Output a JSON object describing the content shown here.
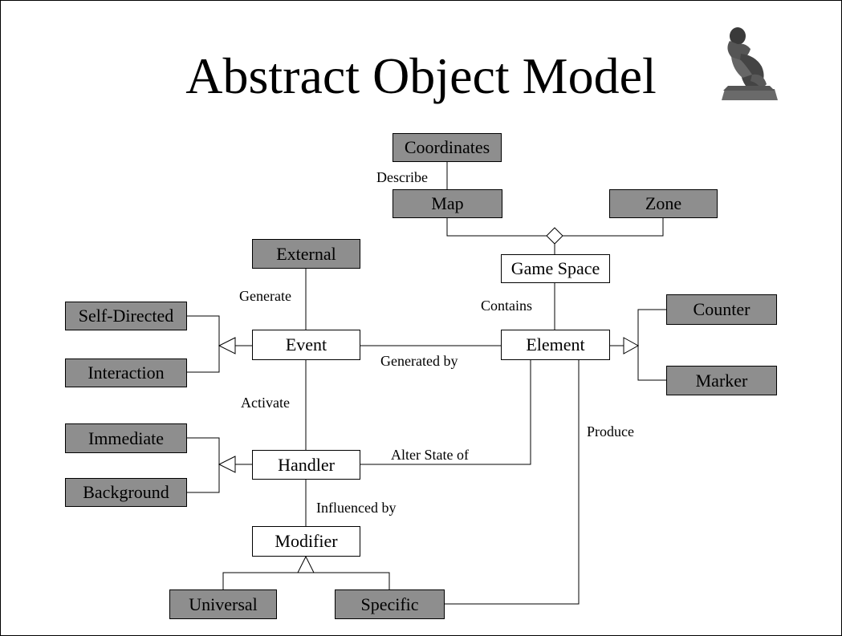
{
  "title": "Abstract Object Model",
  "boxes": {
    "coordinates": "Coordinates",
    "map": "Map",
    "zone": "Zone",
    "game_space": "Game Space",
    "external": "External",
    "self_directed": "Self-Directed",
    "interaction": "Interaction",
    "event": "Event",
    "element": "Element",
    "counter": "Counter",
    "marker": "Marker",
    "immediate": "Immediate",
    "background": "Background",
    "handler": "Handler",
    "modifier": "Modifier",
    "universal": "Universal",
    "specific": "Specific"
  },
  "relations": {
    "describe": "Describe",
    "contains": "Contains",
    "generate": "Generate",
    "generated_by": "Generated by",
    "activate": "Activate",
    "alter_state_of": "Alter State of",
    "produce": "Produce",
    "influenced_by": "Influenced by"
  },
  "colors": {
    "abstract_fill": "#8e8e8e",
    "concrete_fill": "#ffffff",
    "stroke": "#000000"
  },
  "icons": {
    "logo": "thinker-statue-icon"
  }
}
